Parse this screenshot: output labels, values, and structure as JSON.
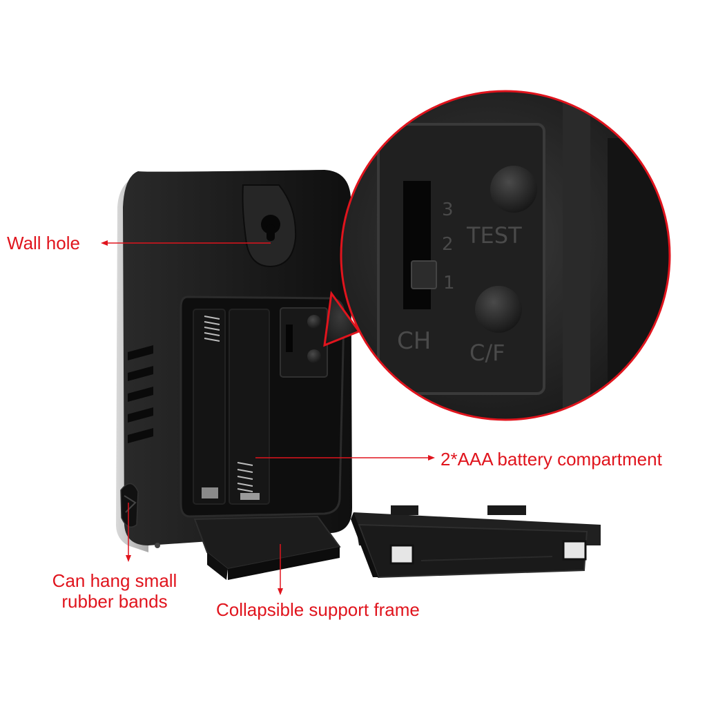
{
  "callouts": {
    "wall_hole": "Wall hole",
    "battery": "2*AAA battery compartment",
    "rubber_bands_line1": "Can hang small",
    "rubber_bands_line2": "rubber bands",
    "support_frame": "Collapsible support frame"
  },
  "zoom_labels": {
    "channel_3": "3",
    "channel_2": "2",
    "channel_1": "1",
    "channel": "CH",
    "test": "TEST",
    "unit_toggle": "C/F"
  },
  "colors": {
    "accent": "#e0141d",
    "device": "#1a1a1a",
    "background": "#ffffff"
  }
}
